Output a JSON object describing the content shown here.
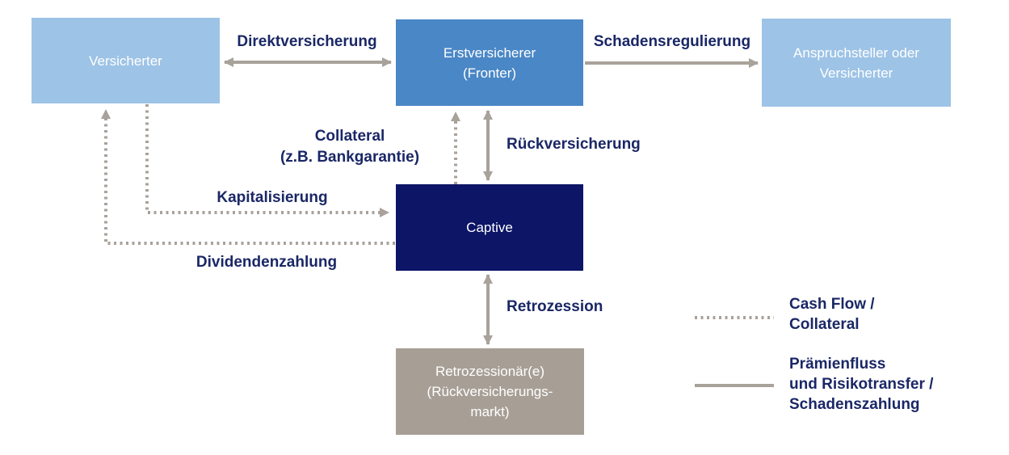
{
  "diagram": {
    "nodes": {
      "versicherter": "Versicherter",
      "erstversicherer": "Erstversicherer\n(Fronter)",
      "anspruchsteller": "Anspruchsteller oder\nVersicherter",
      "captive": "Captive",
      "retrozessionaer": "Retrozessionär(e)\n(Rückversicherungs-\nmarkt)"
    },
    "edges": {
      "direktversicherung": "Direktversicherung",
      "schadensregulierung": "Schadensregulierung",
      "collateral": "Collateral\n(z.B. Bankgarantie)",
      "rueckversicherung": "Rückversicherung",
      "kapitalisierung": "Kapitalisierung",
      "dividendenzahlung": "Dividendenzahlung",
      "retrozession": "Retrozession"
    },
    "legend": {
      "dotted_line": "Cash Flow /\nCollateral",
      "solid_line": "Prämienfluss\nund Risikotransfer /\nSchadenszahlung"
    },
    "colors": {
      "box_light_blue": "#9DC3E6",
      "box_medium_blue": "#4A87C6",
      "box_navy": "#0C1566",
      "box_taupe": "#A79F96",
      "arrow_gray": "#A8A29B",
      "label_text_navy": "#1A2766",
      "box_text": "#FFFFFF"
    }
  }
}
